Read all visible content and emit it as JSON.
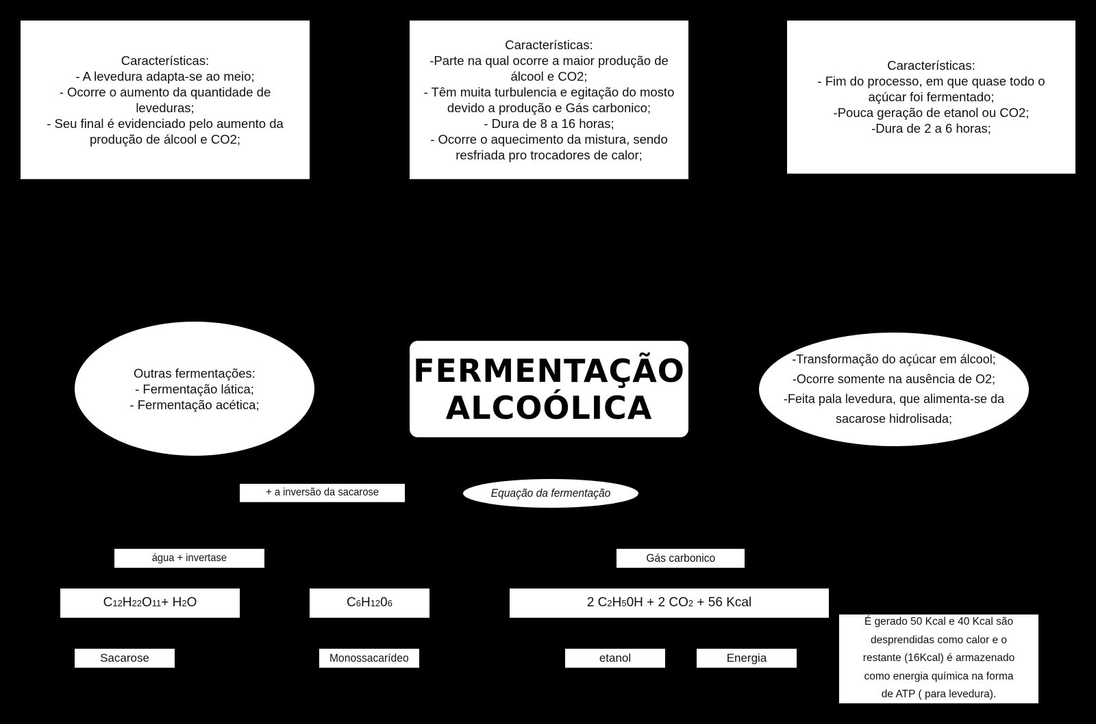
{
  "colors": {
    "background": "#000000",
    "node_fill": "#ffffff",
    "text": "#111111"
  },
  "stages": [
    {
      "heading": "Características:",
      "lines": [
        "- A levedura adapta-se ao meio;",
        "- Ocorre o aumento da quantidade de leveduras;",
        "- Seu final é evidenciado pelo aumento da produção de álcool e CO2;"
      ],
      "text": "Características:\n- A levedura adapta-se ao meio;\n- Ocorre o aumento da quantidade de\nleveduras;\n- Seu final é evidenciado pelo aumento da\nprodução de álcool e CO2;"
    },
    {
      "heading": "Características:",
      "lines": [
        "-Parte na qual ocorre a maior produção de álcool e CO2;",
        "- Têm muita turbulencia e egitação do mosto devido a produção e Gás carbonico;",
        "- Dura de 8 a 16 horas;",
        "- Ocorre o aquecimento da mistura, sendo resfriada pro trocadores de calor;"
      ],
      "text": "Características:\n-Parte na qual ocorre a maior produção de\nálcool e CO2;\n- Têm muita turbulencia e egitação do mosto\ndevido a produção e Gás carbonico;\n- Dura de 8 a 16 horas;\n- Ocorre o aquecimento da mistura, sendo\nresfriada pro trocadores de calor;"
    },
    {
      "heading": "Características:",
      "lines": [
        "- Fim do processo, em que quase todo o açúcar foi fermentado;",
        "-Pouca geração de etanol ou CO2;",
        "-Dura de 2 a 6 horas;"
      ],
      "text": "Características:\n- Fim do processo, em que quase todo o\naçúcar foi fermentado;\n-Pouca geração de etanol ou CO2;\n-Dura de 2 a 6 horas;"
    }
  ],
  "center": {
    "title": "FERMENTAÇÃO\nALCOÓLICA"
  },
  "left_ellipse": {
    "text": "Outras fermentações:\n- Fermentação lática;\n- Fermentação acética;"
  },
  "right_ellipse": {
    "text": "-Transformação do açúcar em álcool;\n-Ocorre somente na ausência de O2;\n-Feita pala levedura, que alimenta-se da\nsacarose hidrolisada;"
  },
  "labels": {
    "inversion": "+ a inversão da sacarose",
    "equation": "Equação da fermentação",
    "water_invertase": "água + invertase",
    "co2_gas": "Gás carbonico",
    "sacarose": "Sacarose",
    "monossacarideo": "Monossacarídeo",
    "etanol": "etanol",
    "energia": "Energia"
  },
  "formulas": {
    "sucrose": {
      "parts": [
        "C",
        "12",
        "H",
        "22",
        "O",
        "11",
        "+ H",
        "2",
        "O"
      ]
    },
    "glucose": {
      "parts": [
        "C",
        "6",
        "H",
        "12",
        "0",
        "6"
      ]
    },
    "products": {
      "parts": [
        "2 C",
        "2",
        "H",
        "5",
        "0H + 2 CO",
        "2",
        " + 56 Kcal"
      ]
    }
  },
  "energy_note": {
    "text": "É gerado 50 Kcal e 40 Kcal são\ndesprendidas como calor e o\nrestante (16Kcal) é armazenado\ncomo energia química na forma\nde ATP ( para levedura)."
  }
}
